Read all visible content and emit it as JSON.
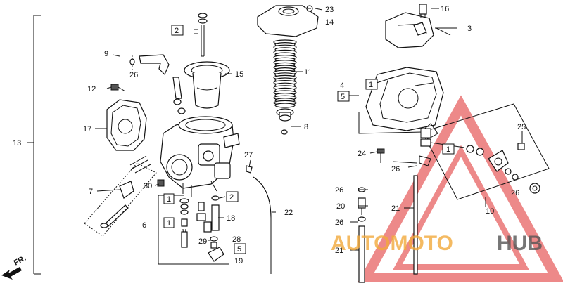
{
  "callouts": {
    "c1": "1",
    "c2": "2",
    "c3": "3",
    "c4": "4",
    "c5": "5",
    "c6": "6",
    "c7": "7",
    "c8": "8",
    "c9": "9",
    "c10": "10",
    "c11": "11",
    "c12": "12",
    "c13": "13",
    "c14": "14",
    "c15": "15",
    "c16": "16",
    "c17": "17",
    "c18": "18",
    "c19": "19",
    "c20": "20",
    "c21": "21",
    "c22": "22",
    "c23": "23",
    "c24": "24",
    "c25": "25",
    "c26": "26",
    "c27": "27",
    "c28": "28",
    "c29": "29",
    "c30": "30"
  },
  "direction_label": "FR.",
  "watermark": {
    "part1": "AUTOMOTO",
    "part2": "HUB",
    "color_red": "#e02a2a",
    "color_orange": "#f2a93b",
    "color_gray": "#555555"
  }
}
